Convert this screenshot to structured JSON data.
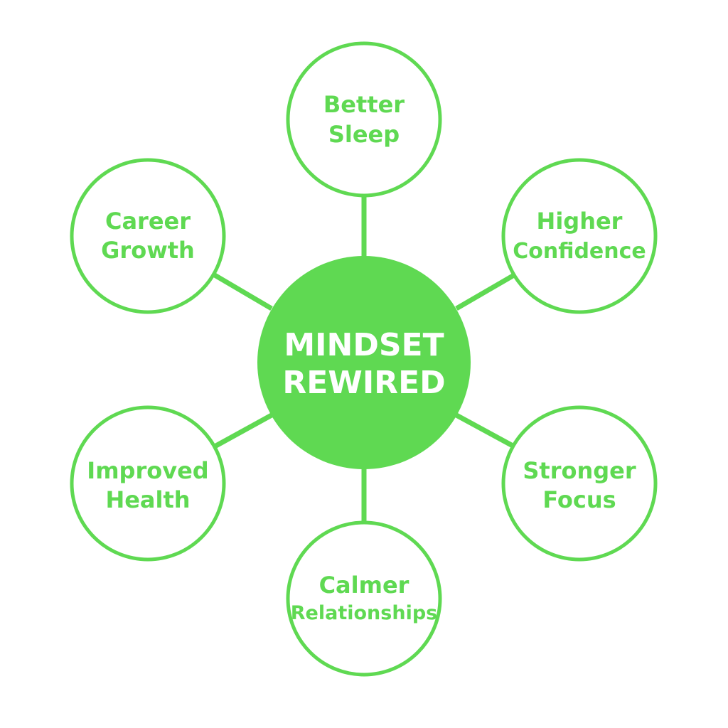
{
  "colors": {
    "accent": "#5fd952",
    "background": "#ffffff",
    "hub_text": "#ffffff"
  },
  "center": {
    "line1": "MINDSET",
    "line2": "REWIRED"
  },
  "outcomes": [
    {
      "id": "better-sleep",
      "line1": "Better",
      "line2": "Sleep"
    },
    {
      "id": "higher-confidence",
      "line1": "Higher",
      "line2": "Confidence"
    },
    {
      "id": "stronger-focus",
      "line1": "Stronger",
      "line2": "Focus"
    },
    {
      "id": "calmer-relationships",
      "line1": "Calmer",
      "line2": "Relationships"
    },
    {
      "id": "improved-health",
      "line1": "Improved",
      "line2": "Health"
    },
    {
      "id": "career-growth",
      "line1": "Career",
      "line2": "Growth"
    }
  ]
}
